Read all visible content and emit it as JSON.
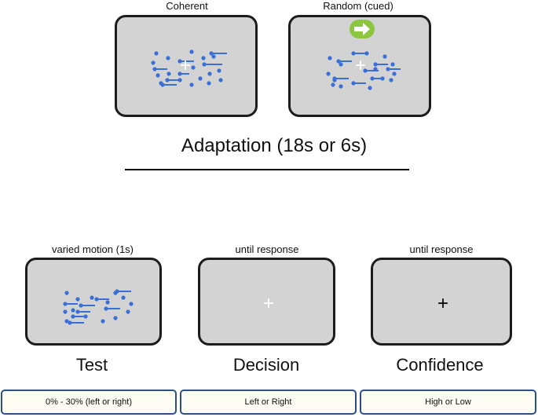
{
  "adaptation": {
    "title": "Adaptation (18s or 6s)",
    "panels": [
      {
        "label": "Coherent"
      },
      {
        "label": "Random (cued)",
        "cue": "arrow-right-icon"
      }
    ]
  },
  "test_phase": {
    "panels": [
      {
        "timing": "varied motion (1s)",
        "name": "Test",
        "response": "0% - 30% (left or right)"
      },
      {
        "timing": "until response",
        "name": "Decision",
        "fixation": "+",
        "response": "Left or Right"
      },
      {
        "timing": "until response",
        "name": "Confidence",
        "fixation": "+",
        "response": "High or Low"
      }
    ]
  },
  "colors": {
    "screen": "#d3d3d3",
    "dots": "#3a6fd8",
    "cue": "#8cc63f",
    "box_border": "#2c4f8a"
  }
}
